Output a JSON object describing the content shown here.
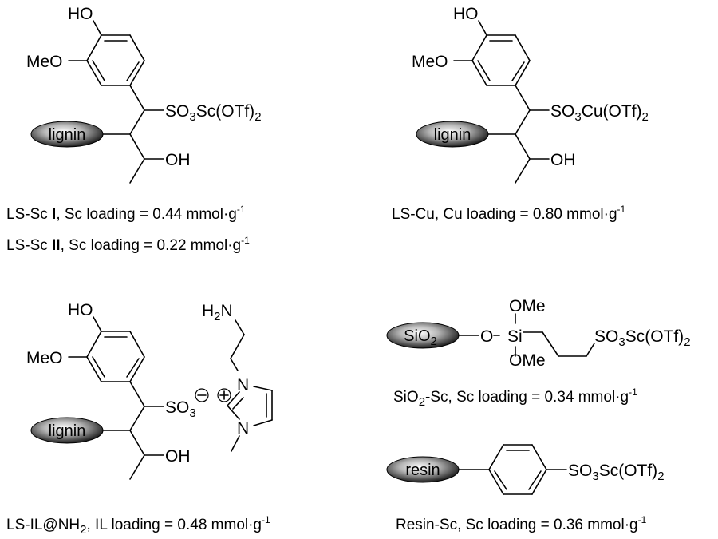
{
  "structures": {
    "ls_sc": {
      "support": "lignin",
      "substituents": {
        "hydroxy": "HO",
        "methoxy": "MeO",
        "sulfonate": "SO",
        "sulfonate_sub": "3",
        "metal": "Sc(OTf)",
        "metal_sub": "2",
        "alcohol": "OH"
      },
      "captions": [
        {
          "prefix": "LS-Sc ",
          "roman": "I",
          "suffix": ",  Sc loading = 0.44 mmol·g",
          "sup": "-1"
        },
        {
          "prefix": "LS-Sc ",
          "roman": "II",
          "suffix": ", Sc loading = 0.22 mmol·g",
          "sup": "-1"
        }
      ]
    },
    "ls_cu": {
      "support": "lignin",
      "substituents": {
        "hydroxy": "HO",
        "methoxy": "MeO",
        "sulfonate": "SO",
        "sulfonate_sub": "3",
        "metal": "Cu(OTf)",
        "metal_sub": "2",
        "alcohol": "OH"
      },
      "caption": {
        "text": "LS-Cu, Cu loading = 0.80 mmol·g",
        "sup": "-1"
      }
    },
    "ls_il": {
      "support": "lignin",
      "substituents": {
        "hydroxy": "HO",
        "methoxy": "MeO",
        "sulfonate": "SO",
        "sulfonate_sub": "3",
        "alcohol": "OH",
        "minus": "−",
        "plus": "+",
        "amine_h": "H",
        "amine_sub": "2",
        "amine_n": "N",
        "n1": "N",
        "n3": "N"
      },
      "caption": {
        "prefix": "LS-IL@NH",
        "sub": "2",
        "suffix": ", IL loading = 0.48 mmol·g",
        "sup": "-1"
      }
    },
    "sio2_sc": {
      "support": "SiO",
      "support_sub": "2",
      "substituents": {
        "o_link": "O",
        "si": "Si",
        "ome_top": "OMe",
        "ome_bottom": "OMe",
        "sulfonate": "SO",
        "sulfonate_sub": "3",
        "metal": "Sc(OTf)",
        "metal_sub": "2"
      },
      "caption": {
        "prefix": "SiO",
        "sub": "2",
        "suffix": "-Sc,  Sc loading = 0.34 mmol·g",
        "sup": "-1"
      }
    },
    "resin_sc": {
      "support": "resin",
      "substituents": {
        "sulfonate": "SO",
        "sulfonate_sub": "3",
        "metal": "Sc(OTf)",
        "metal_sub": "2"
      },
      "caption": {
        "text": "Resin-Sc,  Sc loading = 0.36 mmol·g",
        "sup": "-1"
      }
    }
  }
}
